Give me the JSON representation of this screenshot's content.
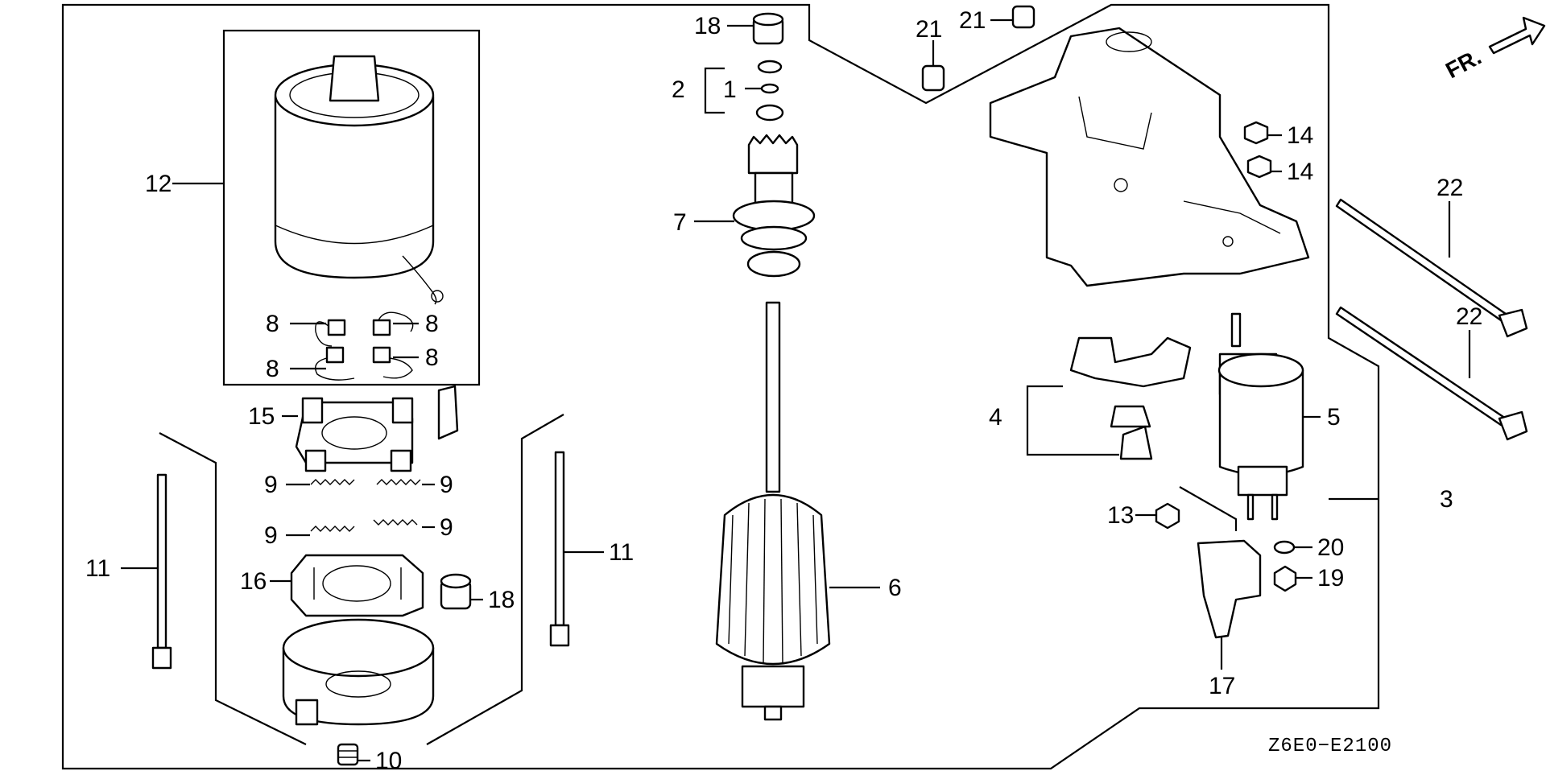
{
  "diagram": {
    "code": "Z6E0−E2100",
    "direction_label": "FR.",
    "callouts": [
      "1",
      "2",
      "3",
      "4",
      "5",
      "6",
      "7",
      "8",
      "9",
      "10",
      "11",
      "12",
      "13",
      "14",
      "15",
      "16",
      "17",
      "18",
      "19",
      "20",
      "21",
      "22"
    ]
  }
}
